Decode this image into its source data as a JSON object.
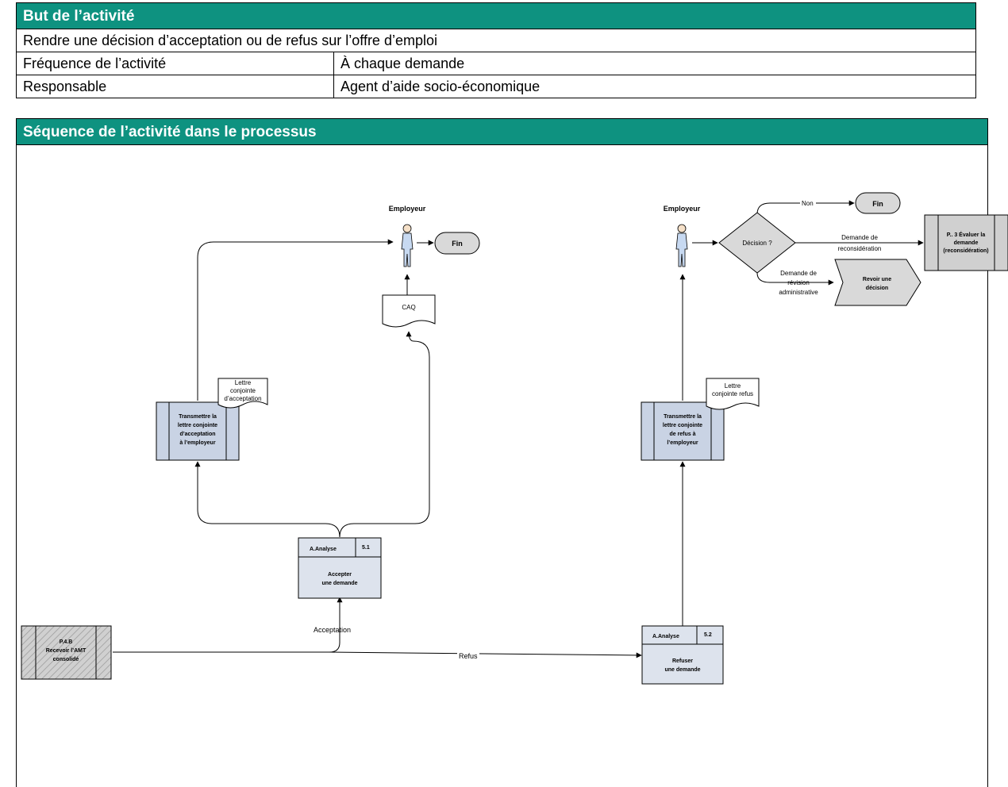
{
  "header": {
    "but_title": "But de l’activité",
    "but_text": "Rendre une décision d’acceptation ou de refus sur l’offre d’emploi",
    "frequence_label": "Fréquence de l’activité",
    "frequence_value": "À chaque demande",
    "responsable_label": "Responsable",
    "responsable_value": "Agent d’aide socio-économique",
    "sequence_title": "Séquence de l’activité dans le processus"
  },
  "diagram": {
    "colors": {
      "header_bg": "#0e9280",
      "process_fill": "#c9d3e4",
      "activity_fill": "#dde3ed",
      "terminator_fill": "#d9d9d9",
      "external_fill": "#d0d0d0",
      "actor_fill": "#c7d9f1"
    },
    "actors": {
      "left": "Employeur",
      "right": "Employeur"
    },
    "terminators": {
      "fin_left": "Fin",
      "fin_right": "Fin"
    },
    "documents": {
      "caq": "CAQ",
      "lettre_acceptation": [
        "Lettre",
        "conjointe",
        "d’acceptation"
      ],
      "lettre_refus": [
        "Lettre",
        "conjointe refus"
      ]
    },
    "processes": {
      "transmettre_acceptation": [
        "Transmettre la",
        "lettre conjointe",
        "d’acceptation",
        "à l’employeur"
      ],
      "transmettre_refus": [
        "Transmettre la",
        "lettre conjointe",
        "de refus à",
        "l’employeur"
      ]
    },
    "activities": {
      "accept": {
        "role": "A.Analyse",
        "number": "5.1",
        "text": [
          "Accepter",
          "une demande"
        ]
      },
      "refuse": {
        "role": "A.Analyse",
        "number": "5.2",
        "text": [
          "Refuser",
          "une demande"
        ]
      }
    },
    "external": {
      "source": [
        "P.4.B",
        "Recevoir l’AMT",
        "consolidé"
      ],
      "target": [
        "P.. 3 Évaluer la",
        "demande",
        "(reconsidération)"
      ]
    },
    "decision": "Décision ?",
    "revoir": [
      "Revoir une",
      "décision"
    ],
    "edge_labels": {
      "acceptation": "Acceptation",
      "refus": "Refus",
      "non": "Non",
      "reconsideration": [
        "Demande de",
        "reconsidération"
      ],
      "revision": [
        "Demande de",
        "révision",
        "administrative"
      ]
    }
  }
}
